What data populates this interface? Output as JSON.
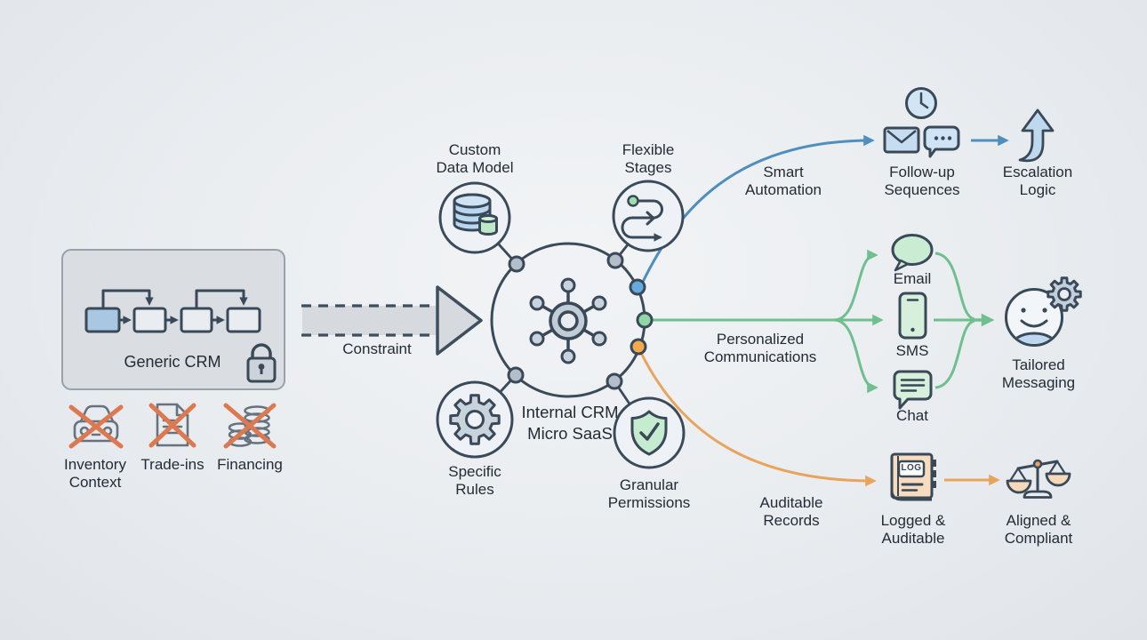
{
  "left_panel": {
    "generic_crm_label": "Generic CRM",
    "excluded_items": [
      {
        "icon": "car-icon",
        "lines": [
          "Inventory",
          "Context"
        ]
      },
      {
        "icon": "document-icon",
        "lines": [
          "Trade-ins"
        ]
      },
      {
        "icon": "coins-icon",
        "lines": [
          "Financing"
        ]
      }
    ]
  },
  "constraint": {
    "label": "Constraint"
  },
  "hub": {
    "label_line1": "Internal CRM",
    "label_line2": "Micro SaaS"
  },
  "capabilities": {
    "custom_data_model": [
      "Custom",
      "Data Model"
    ],
    "flexible_stages": [
      "Flexible",
      "Stages"
    ],
    "specific_rules": [
      "Specific",
      "Rules"
    ],
    "granular_permissions": [
      "Granular",
      "Permissions"
    ]
  },
  "flows": {
    "automation": {
      "label": [
        "Smart",
        "Automation"
      ],
      "node": [
        "Follow-up",
        "Sequences"
      ],
      "outcome": [
        "Escalation",
        "Logic"
      ]
    },
    "communications": {
      "label": [
        "Personalized",
        "Communications"
      ],
      "channels": [
        "Email",
        "SMS",
        "Chat"
      ],
      "outcome": [
        "Tailored",
        "Messaging"
      ]
    },
    "audit": {
      "label": [
        "Auditable",
        "Records"
      ],
      "book_text": "LOG",
      "node": [
        "Logged &",
        "Auditable"
      ],
      "outcome": [
        "Aligned &",
        "Compliant"
      ]
    }
  },
  "colors": {
    "outline": "#3a4958",
    "blue_accent": "#4e8fbe",
    "green_accent": "#6fbf8f",
    "orange_accent": "#e8a45c",
    "cross_red": "#dd7950"
  }
}
